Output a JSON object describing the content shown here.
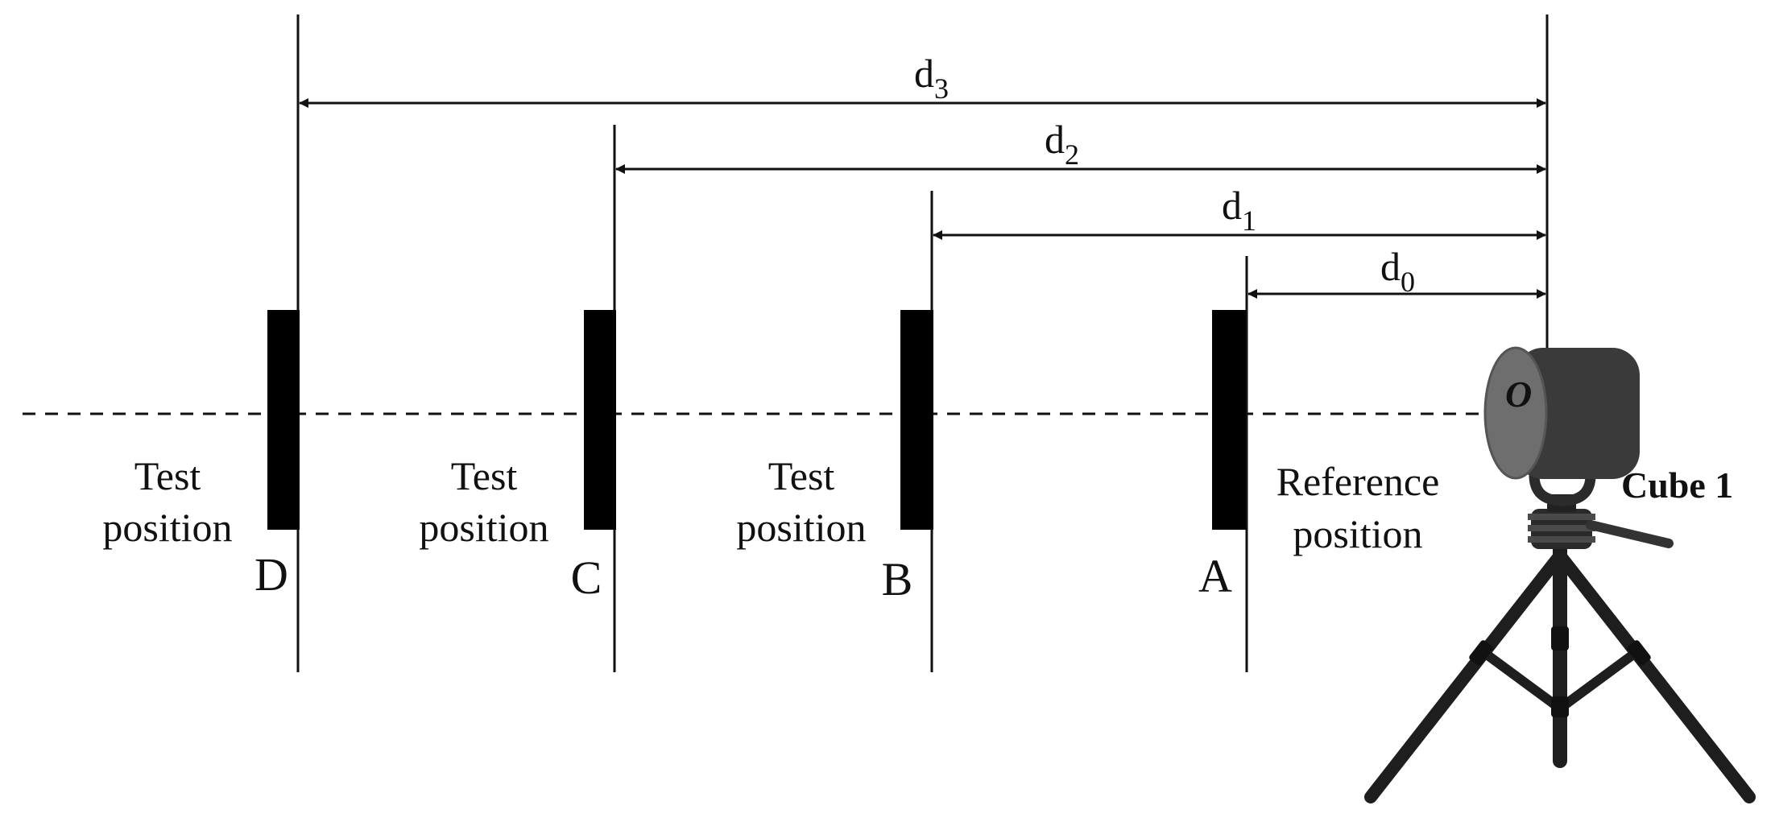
{
  "diagram": {
    "distances": [
      {
        "id": "d3",
        "base": "d",
        "sub": "3"
      },
      {
        "id": "d2",
        "base": "d",
        "sub": "2"
      },
      {
        "id": "d1",
        "base": "d",
        "sub": "1"
      },
      {
        "id": "d0",
        "base": "d",
        "sub": "0"
      }
    ],
    "positions": [
      {
        "id": "D",
        "letter": "D",
        "line1": "Test",
        "line2": "position"
      },
      {
        "id": "C",
        "letter": "C",
        "line1": "Test",
        "line2": "position"
      },
      {
        "id": "B",
        "letter": "B",
        "line1": "Test",
        "line2": "position"
      },
      {
        "id": "A",
        "letter": "A",
        "line1": "Reference",
        "line2": "position"
      }
    ],
    "device": {
      "label": "Cube 1",
      "origin_label": "O"
    },
    "colors": {
      "ink": "#111111",
      "device_dark": "#3a3a3a",
      "device_face": "#6e6e6e",
      "tripod": "#1e1e1e"
    }
  }
}
